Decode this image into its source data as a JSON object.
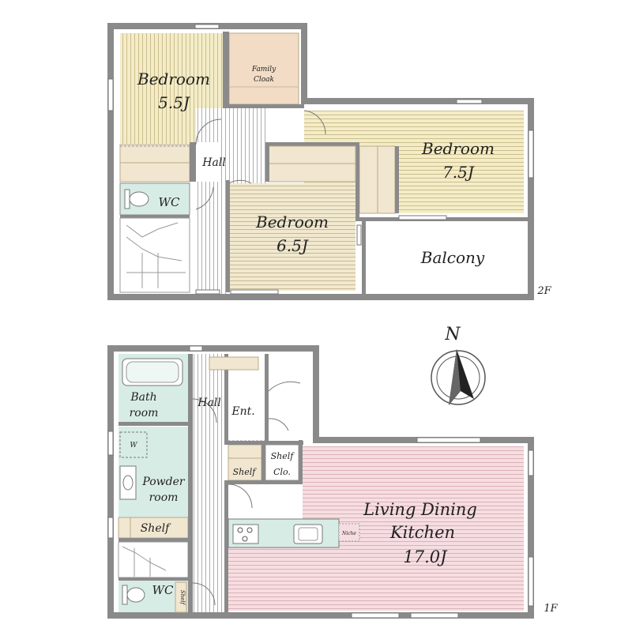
{
  "floors": {
    "upper": {
      "label": "2F",
      "rooms": {
        "bedroom_a": {
          "name": "Bedroom",
          "size": "5.5J"
        },
        "family_cloak_1": "Family",
        "family_cloak_2": "Cloak",
        "bedroom_b": {
          "name": "Bedroom",
          "size": "7.5J"
        },
        "hall": "Hall",
        "wc": "WC",
        "bedroom_c": {
          "name": "Bedroom",
          "size": "6.5J"
        },
        "balcony": "Balcony"
      }
    },
    "lower": {
      "label": "1F",
      "rooms": {
        "bath_1": "Bath",
        "bath_2": "room",
        "hall": "Hall",
        "entrance": "Ent.",
        "washer": "W",
        "powder_1": "Powder",
        "powder_2": "room",
        "shelf_a": "Shelf",
        "shelf_b": "Shelf",
        "shelf_c": "Shelf",
        "closet": "Clo.",
        "ldk_1": "Living Dining",
        "ldk_2": "Kitchen",
        "ldk_size": "17.0J",
        "niche": "Niche",
        "wc": "WC",
        "shelf_wc": "Shelf"
      }
    }
  },
  "compass": {
    "label": "N"
  },
  "colors": {
    "wall": "#8a8a8a",
    "bedroom_yellow": "#f3ecc7",
    "bedroom_beige": "#f0e6cf",
    "cloak": "#f2dcc6",
    "wet_area": "#d8ece6",
    "ldk_pink": "#f6dde1",
    "floor_line": "#b9a989"
  }
}
